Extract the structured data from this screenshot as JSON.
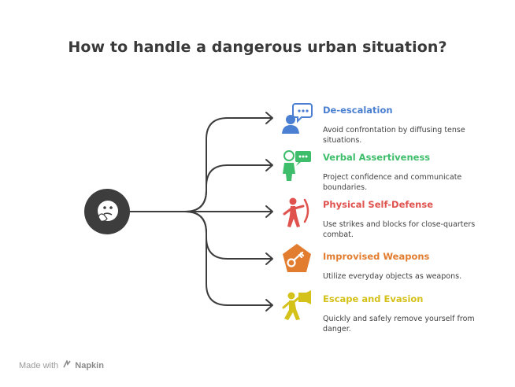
{
  "title": "How to handle a dangerous urban situation?",
  "colors": {
    "dark": "#3d3d3d",
    "blue": "#4a7fd1",
    "green": "#3ebd6a",
    "red": "#e0524d",
    "orange": "#e27c2f",
    "yellow": "#d4c11a"
  },
  "hub": {
    "icon": "thinking-face-icon"
  },
  "items": [
    {
      "title": "De-escalation",
      "description": "Avoid confrontation by diffusing tense situations.",
      "color": "#4a7fd1",
      "icon": "conversation-icon"
    },
    {
      "title": "Verbal Assertiveness",
      "description": "Project confidence and communicate boundaries.",
      "color": "#3ebd6a",
      "icon": "speaking-person-icon"
    },
    {
      "title": "Physical Self-Defense",
      "description": "Use strikes and blocks for close-quarters combat.",
      "color": "#e0524d",
      "icon": "fighter-icon"
    },
    {
      "title": "Improvised Weapons",
      "description": "Utilize everyday objects as weapons.",
      "color": "#e27c2f",
      "icon": "key-pentagon-icon"
    },
    {
      "title": "Escape and Evasion",
      "description": "Quickly and safely remove yourself from danger.",
      "color": "#d4c11a",
      "icon": "running-person-icon"
    }
  ],
  "footer": {
    "prefix": "Made with",
    "brand": "Napkin"
  }
}
